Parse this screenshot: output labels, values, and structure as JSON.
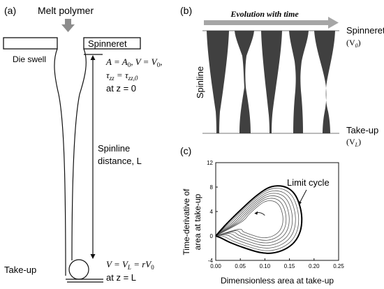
{
  "panel_a": {
    "label": "(a)",
    "melt_polymer": "Melt polymer",
    "spinneret": "Spinneret",
    "die_swell": "Die swell",
    "cond_top_1": "A = A",
    "cond_top_1_sub": "0",
    "cond_top_1b": ", V = V",
    "cond_top_1b_sub": "0",
    "cond_top_1c": ",",
    "cond_top_2": "τ",
    "cond_top_2_sub": "zz",
    "cond_top_2b": " = τ",
    "cond_top_2b_sub": "zz,0",
    "cond_top_3": "at z = 0",
    "spinline_distance_1": "Spinline",
    "spinline_distance_2": "distance, L",
    "take_up": "Take-up",
    "cond_bot_1": "V = V",
    "cond_bot_1_sub": "L",
    "cond_bot_1b": " = rV",
    "cond_bot_1b_sub": "0",
    "cond_bot_2": "at z = L"
  },
  "panel_b": {
    "label": "(b)",
    "evolution": "Evolution with time",
    "spinneret": "Spinneret",
    "spinneret_v": "(V",
    "spinneret_v_sub": "0",
    "spinneret_v_end": ")",
    "spinline": "Spinline",
    "take_up": "Take-up",
    "take_up_v": "(V",
    "take_up_v_sub": "L",
    "take_up_v_end": ")",
    "shape_fill": "#404040",
    "arrow_color": "#a6a6a6"
  },
  "panel_c": {
    "label": "(c)",
    "limit_cycle": "Limit cycle",
    "chart_data": {
      "type": "line",
      "xlabel": "Dimensionless area at take-up",
      "ylabel_1": "Time-derivative of",
      "ylabel_2": "area at take-up",
      "xlim": [
        0,
        0.25
      ],
      "ylim": [
        -4,
        12
      ],
      "xticks": [
        "0.00",
        "0.05",
        "0.10",
        "0.15",
        "0.20",
        "0.25"
      ],
      "yticks": [
        "-4",
        "0",
        "4",
        "8",
        "12"
      ],
      "xtick_values": [
        0,
        0.05,
        0.1,
        0.15,
        0.2,
        0.25
      ],
      "ytick_values": [
        -4,
        0,
        4,
        8,
        12
      ],
      "grid": false,
      "limit_cycle": {
        "x": [
          0.0,
          0.02,
          0.05,
          0.08,
          0.105,
          0.125,
          0.145,
          0.16,
          0.17,
          0.175,
          0.172,
          0.16,
          0.14,
          0.115,
          0.09,
          0.06,
          0.03,
          0.01,
          0.0
        ],
        "y": [
          0.0,
          1.8,
          4.2,
          6.4,
          7.8,
          8.2,
          7.9,
          6.9,
          5.2,
          3.0,
          0.8,
          -1.0,
          -2.2,
          -2.8,
          -2.7,
          -2.0,
          -1.1,
          -0.3,
          0.0
        ]
      },
      "n_transient_loops": 6,
      "spiral_start": [
        0.08,
        3.7
      ]
    }
  }
}
